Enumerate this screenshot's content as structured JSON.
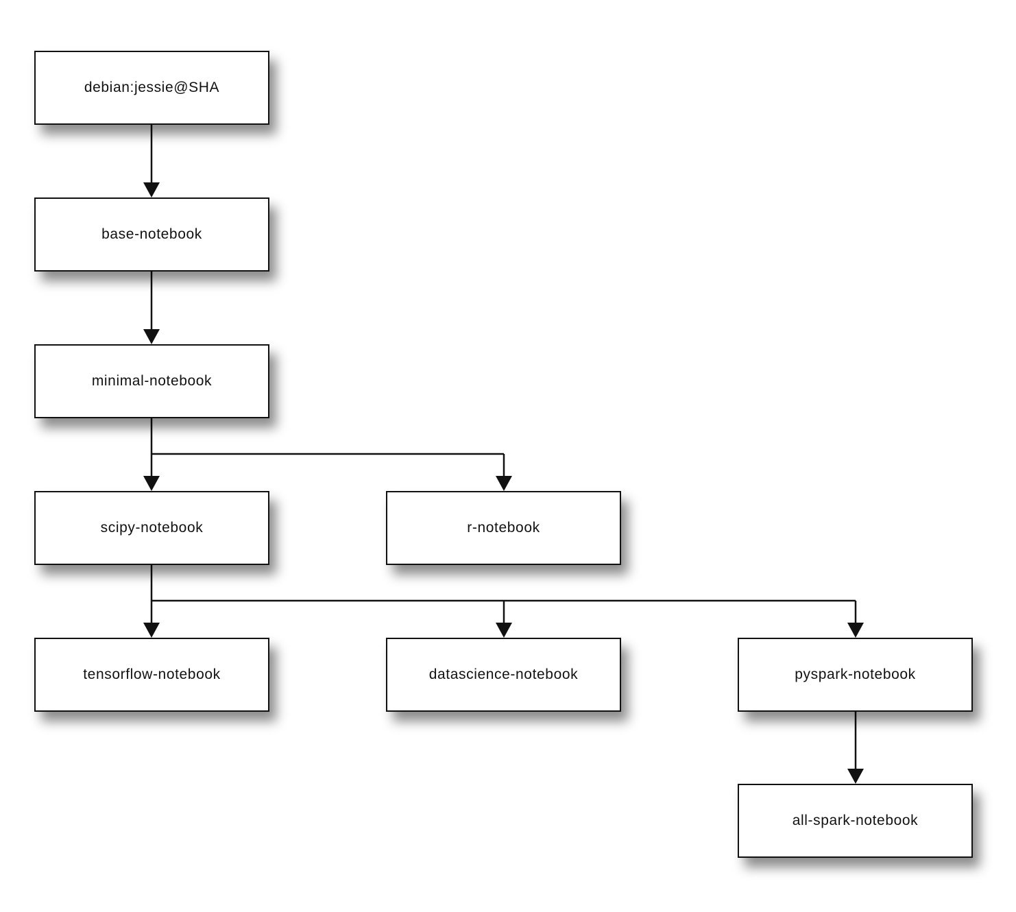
{
  "diagram": {
    "nodes": {
      "debian": "debian:jessie@SHA",
      "base": "base-notebook",
      "minimal": "minimal-notebook",
      "scipy": "scipy-notebook",
      "r": "r-notebook",
      "tensorflow": "tensorflow-notebook",
      "datascience": "datascience-notebook",
      "pyspark": "pyspark-notebook",
      "allspark": "all-spark-notebook"
    },
    "edges": [
      {
        "from": "debian:jessie@SHA",
        "to": "base-notebook"
      },
      {
        "from": "base-notebook",
        "to": "minimal-notebook"
      },
      {
        "from": "minimal-notebook",
        "to": "scipy-notebook"
      },
      {
        "from": "minimal-notebook",
        "to": "r-notebook"
      },
      {
        "from": "scipy-notebook",
        "to": "tensorflow-notebook"
      },
      {
        "from": "scipy-notebook",
        "to": "datascience-notebook"
      },
      {
        "from": "scipy-notebook",
        "to": "pyspark-notebook"
      },
      {
        "from": "pyspark-notebook",
        "to": "all-spark-notebook"
      }
    ]
  }
}
